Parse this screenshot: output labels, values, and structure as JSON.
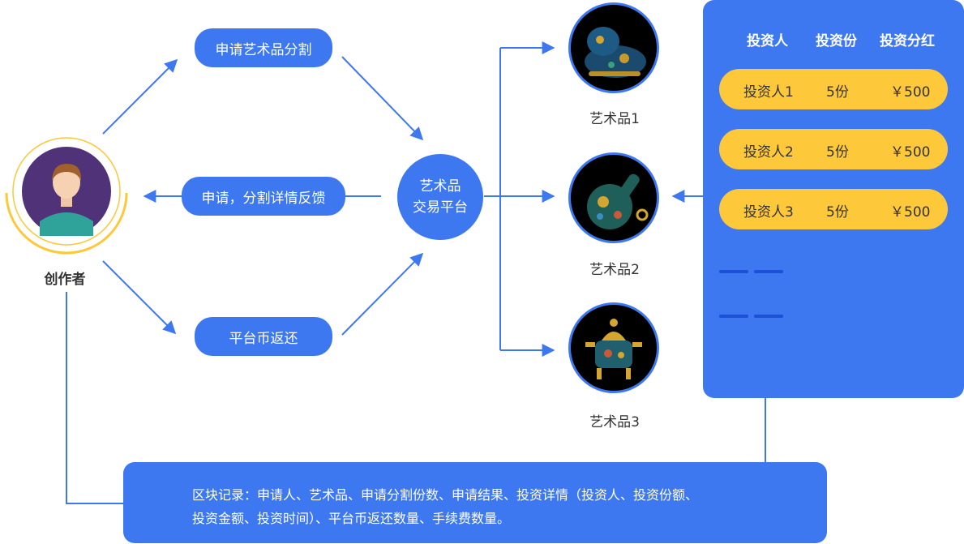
{
  "creator": {
    "label": "创作者"
  },
  "actions": {
    "apply": "申请艺术品分割",
    "feedback": "申请，分割详情反馈",
    "refund": "平台币返还"
  },
  "platform": {
    "line1": "艺术品",
    "line2": "交易平台"
  },
  "artworks": [
    {
      "label": "艺术品1"
    },
    {
      "label": "艺术品2"
    },
    {
      "label": "艺术品3"
    }
  ],
  "investor_table": {
    "headers": [
      "投资人",
      "投资份",
      "投资分红"
    ],
    "rows": [
      {
        "investor": "投资人1",
        "shares": "5份",
        "dividend": "￥500"
      },
      {
        "investor": "投资人2",
        "shares": "5份",
        "dividend": "￥500"
      },
      {
        "investor": "投资人3",
        "shares": "5份",
        "dividend": "￥500"
      }
    ]
  },
  "blockchain_record": {
    "line1": "区块记录：申请人、艺术品、申请分割份数、申请结果、投资详情（投资人、投资份额、",
    "line2": "投资金额、投资时间）、平台币返还数量、手续费数量。"
  },
  "colors": {
    "primary": "#3d78f0",
    "accent": "#fdc83a",
    "dash": "#1d4fd8"
  }
}
